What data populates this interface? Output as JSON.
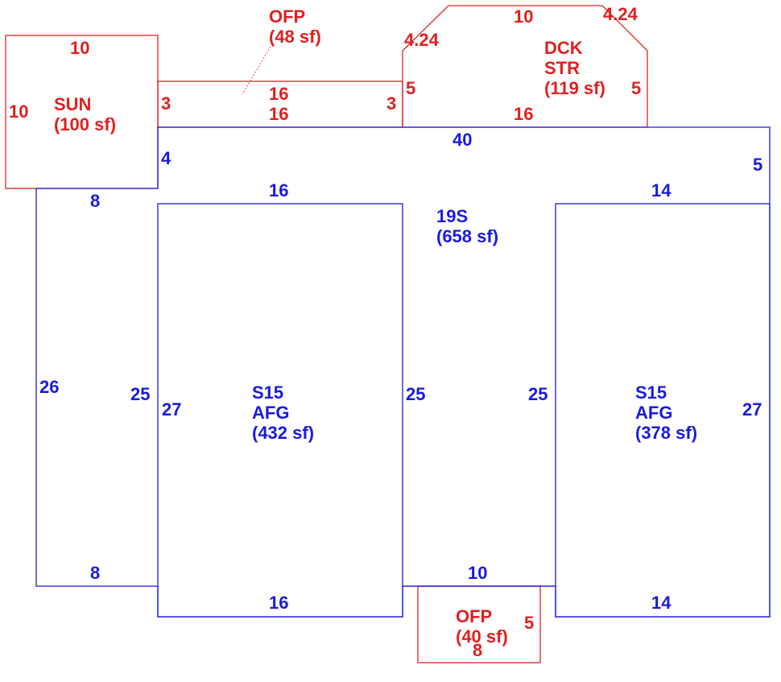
{
  "colors": {
    "exterior": "#e02020",
    "living": "#1a1adf"
  },
  "areas": {
    "sun": {
      "code": "SUN",
      "area": "(100 sf)"
    },
    "ofp_top": {
      "code": "OFP",
      "area": "(48 sf)"
    },
    "dck": {
      "line1": "DCK",
      "line2": "STR",
      "area": "(119 sf)"
    },
    "main": {
      "code": "19S",
      "area": "(658 sf)"
    },
    "left_wing": {
      "line1": "S15",
      "line2": "AFG",
      "area": "(432 sf)"
    },
    "right_wing": {
      "line1": "S15",
      "line2": "AFG",
      "area": "(378 sf)"
    },
    "ofp_bottom": {
      "code": "OFP",
      "area": "(40 sf)"
    }
  },
  "dimensions": {
    "sun_top": "10",
    "sun_left": "10",
    "sun_right": "3",
    "porch_top": "16",
    "porch_bottom": "16",
    "porch_right": "3",
    "dck_top": "10",
    "dck_diag_left": "4.24",
    "dck_diag_right": "4.24",
    "dck_left": "5",
    "dck_right": "5",
    "dck_bottom": "16",
    "main_top": "40",
    "main_right": "5",
    "step_left": "4",
    "left_top": "8",
    "left_side": "26",
    "left_bottom": "8",
    "wing_left_top": "16",
    "wing_left_outer": "25",
    "wing_left_inner": "27",
    "wing_left_right": "25",
    "wing_left_bottom": "16",
    "center_bottom": "10",
    "wing_right_top": "14",
    "wing_right_left": "25",
    "wing_right_side": "27",
    "wing_right_bottom": "14",
    "ofp_bottom_right": "5",
    "ofp_bottom_base": "8"
  }
}
